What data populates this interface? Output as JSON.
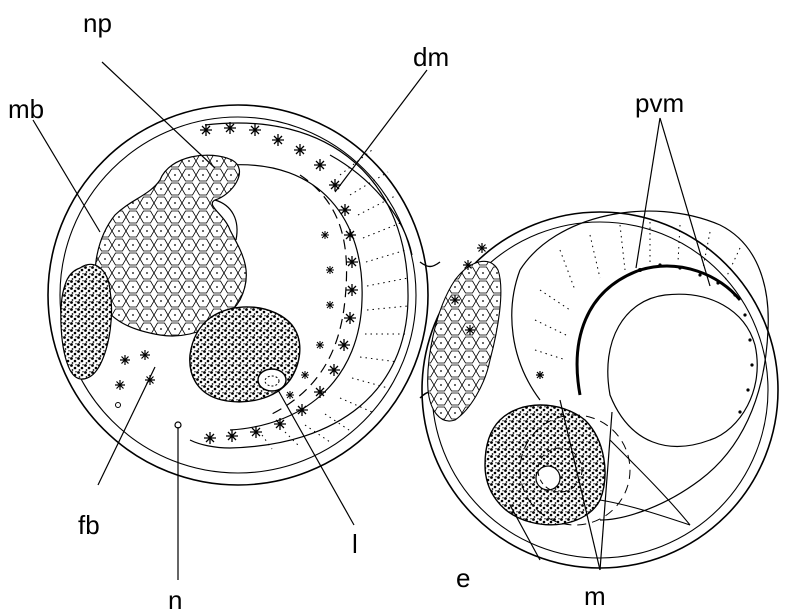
{
  "labels": {
    "np": "np",
    "dm": "dm",
    "mb": "mb",
    "pvm": "pvm",
    "fb": "fb",
    "l": "l",
    "e": "e",
    "n": "n",
    "m": "m"
  },
  "colors": {
    "ink": "#000000",
    "paper": "#ffffff"
  }
}
